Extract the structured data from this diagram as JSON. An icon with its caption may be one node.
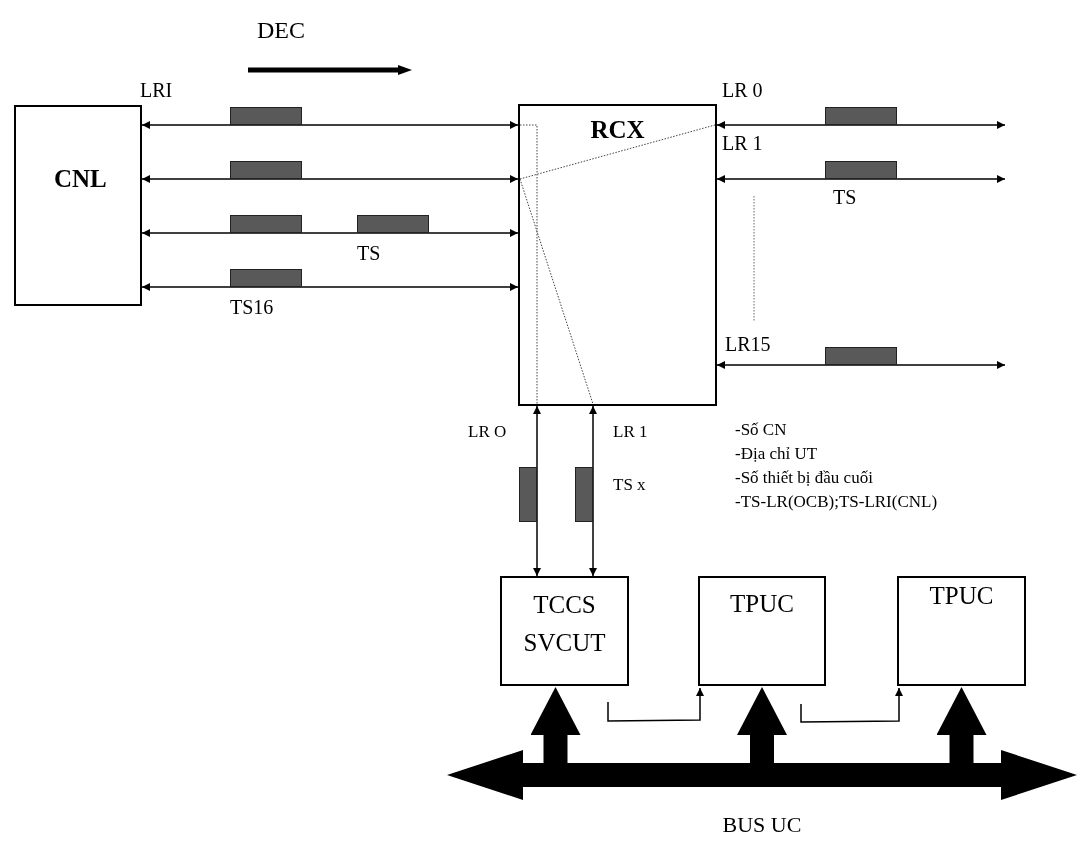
{
  "diagram": {
    "nodes": [
      {
        "text": [
          "CNL"
        ]
      },
      {
        "text": [
          "RCX"
        ]
      },
      {
        "text": [
          "TCCS SVCUT"
        ]
      },
      {
        "text": [
          "TPUC"
        ]
      },
      {
        "text": [
          "TPUC"
        ]
      },
      {
        "text": [
          "BUS UC"
        ]
      },
      {
        "text": [],
        "shape": "bar"
      },
      {
        "text": [],
        "shape": "bar"
      },
      {
        "text": [],
        "shape": "bar"
      },
      {
        "text": [],
        "shape": "bar"
      },
      {
        "text": [],
        "shape": "bar"
      },
      {
        "text": [],
        "shape": "bar"
      },
      {
        "text": [],
        "shape": "bar"
      },
      {
        "text": [],
        "shape": "bar"
      },
      {
        "text": [],
        "shape": "bar"
      },
      {
        "text": [],
        "shape": "bar"
      }
    ],
    "edges": [
      {
        "from": 0,
        "to": 1,
        "arrow": "both"
      },
      {
        "from": 0,
        "to": 1,
        "arrow": "both"
      },
      {
        "from": 0,
        "to": 1,
        "arrow": "both"
      },
      {
        "from": 0,
        "to": 1,
        "arrow": "both"
      },
      {
        "from": 1,
        "to": null,
        "arrow": "both"
      },
      {
        "from": 1,
        "to": null,
        "arrow": "both"
      },
      {
        "from": 1,
        "to": null,
        "arrow": "both"
      },
      {
        "from": 1,
        "to": 2,
        "arrow": "both"
      },
      {
        "from": 1,
        "to": 2,
        "arrow": "both"
      },
      {
        "from": null,
        "to": 3,
        "arrow": "to"
      },
      {
        "from": null,
        "to": 4,
        "arrow": "to"
      },
      {
        "from": 5,
        "to": 2,
        "arrow": "to",
        "style": "thick"
      },
      {
        "from": 5,
        "to": 3,
        "arrow": "to",
        "style": "thick"
      },
      {
        "from": 5,
        "to": 4,
        "arrow": "to",
        "style": "thick"
      }
    ],
    "labels": [
      "DEC",
      "LRI",
      "LR 0",
      "LR 1",
      "TS",
      "TS",
      "TS16",
      "LR15",
      "LR O",
      "LR 1",
      "TS x",
      "-Số CN",
      "-Địa chỉ UT",
      "-Số thiết bị đầu cuối",
      "-TS-LR(OCB);TS-LRI(CNL)"
    ]
  }
}
